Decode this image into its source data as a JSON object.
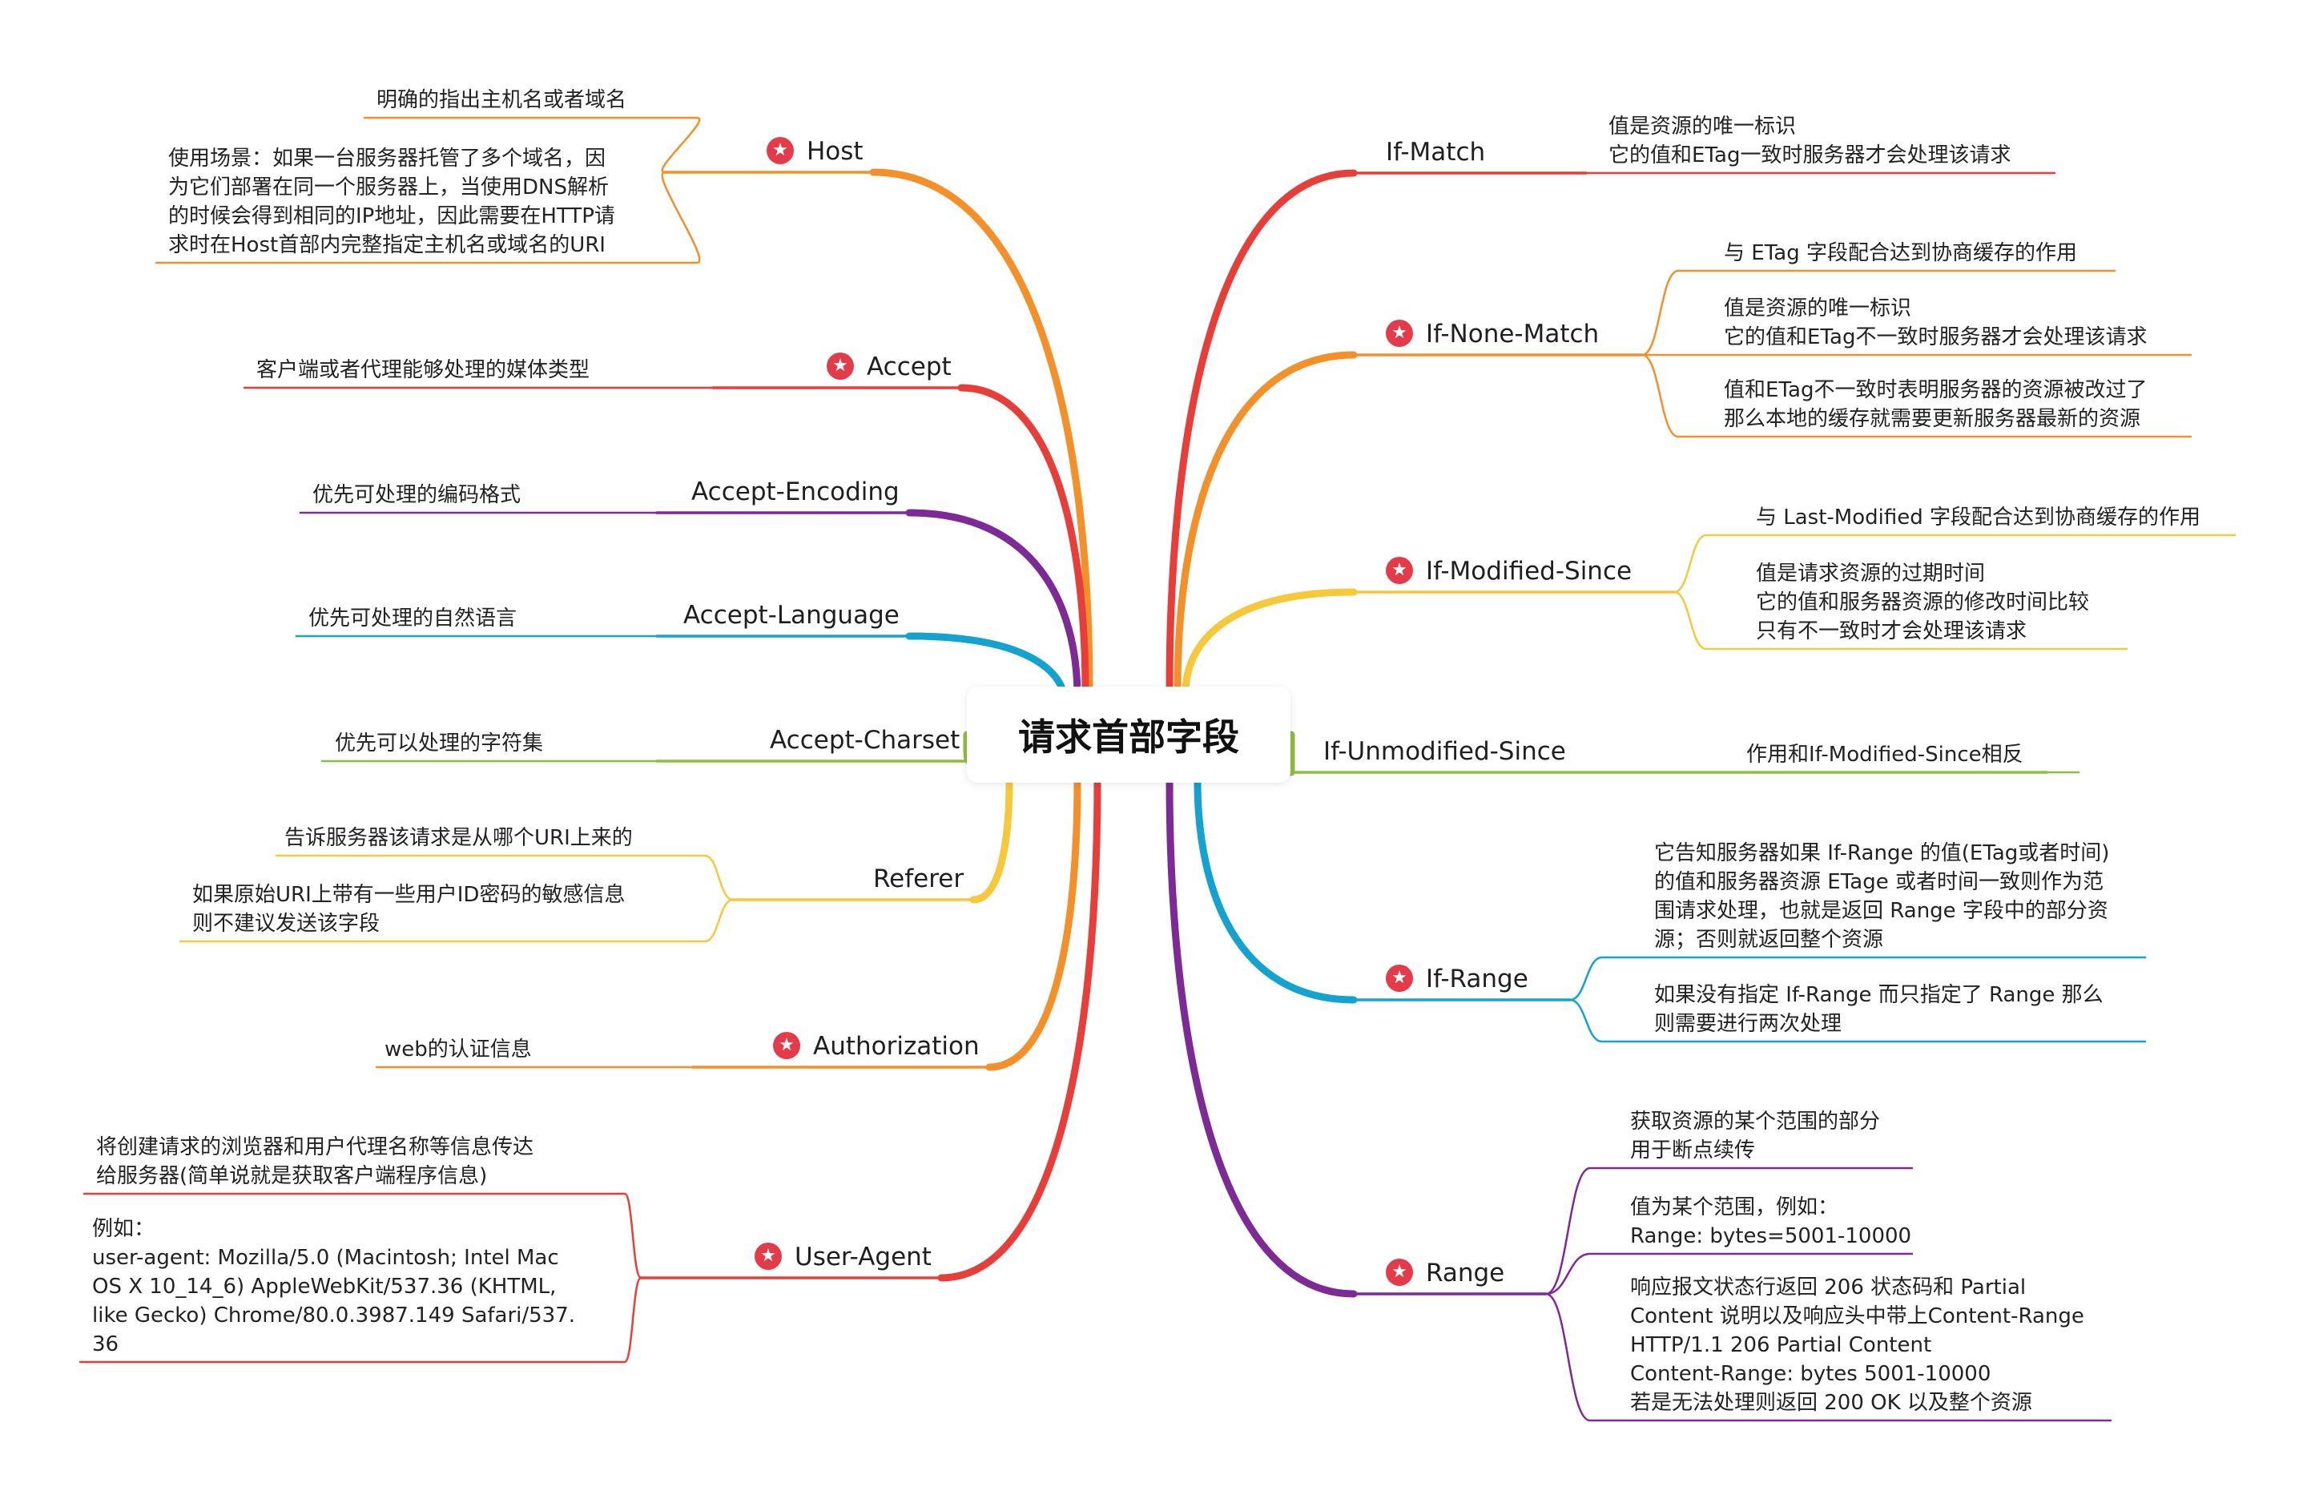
{
  "center": "请求首部字段",
  "left": [
    {
      "id": "host",
      "label": "Host",
      "starred": true,
      "color": "#f4902a",
      "notes": [
        [
          "明确的指出主机名或者域名"
        ],
        [
          "使用场景：如果一台服务器托管了多个域名，因",
          "为它们部署在同一个服务器上，当使用DNS解析",
          "的时候会得到相同的IP地址，因此需要在HTTP请",
          "求时在Host首部内完整指定主机名或域名的URI"
        ]
      ]
    },
    {
      "id": "accept",
      "label": "Accept",
      "starred": true,
      "color": "#e83e3a",
      "notes": [
        [
          "客户端或者代理能够处理的媒体类型"
        ]
      ]
    },
    {
      "id": "accept-encoding",
      "label": "Accept-Encoding",
      "starred": false,
      "color": "#7e2a96",
      "notes": [
        [
          "优先可处理的编码格式"
        ]
      ]
    },
    {
      "id": "accept-language",
      "label": "Accept-Language",
      "starred": false,
      "color": "#14a3cf",
      "notes": [
        [
          "优先可处理的自然语言"
        ]
      ]
    },
    {
      "id": "accept-charset",
      "label": "Accept-Charset",
      "starred": false,
      "color": "#8dbf3e",
      "notes": [
        [
          "优先可以处理的字符集"
        ]
      ]
    },
    {
      "id": "referer",
      "label": "Referer",
      "starred": false,
      "color": "#f5c93a",
      "notes": [
        [
          "告诉服务器该请求是从哪个URI上来的"
        ],
        [
          "如果原始URI上带有一些用户ID密码的敏感信息",
          "则不建议发送该字段"
        ]
      ]
    },
    {
      "id": "authorization",
      "label": "Authorization",
      "starred": true,
      "color": "#f4902a",
      "notes": [
        [
          "web的认证信息"
        ]
      ]
    },
    {
      "id": "user-agent",
      "label": "User-Agent",
      "starred": true,
      "color": "#e83e3a",
      "notes": [
        [
          "将创建请求的浏览器和用户代理名称等信息传达",
          "给服务器(简单说就是获取客户端程序信息)"
        ],
        [
          "例如：",
          "user-agent: Mozilla/5.0 (Macintosh; Intel Mac",
          "OS X 10_14_6) AppleWebKit/537.36 (KHTML,",
          "like Gecko) Chrome/80.0.3987.149 Safari/537.",
          "36"
        ]
      ]
    }
  ],
  "right": [
    {
      "id": "if-match",
      "label": "If-Match",
      "starred": false,
      "color": "#e83e3a",
      "notes": [
        [
          "值是资源的唯一标识",
          "它的值和ETag一致时服务器才会处理该请求"
        ]
      ]
    },
    {
      "id": "if-none-match",
      "label": "If-None-Match",
      "starred": true,
      "color": "#f4902a",
      "notes": [
        [
          "与 ETag 字段配合达到协商缓存的作用"
        ],
        [
          "值是资源的唯一标识",
          "它的值和ETag不一致时服务器才会处理该请求"
        ],
        [
          "值和ETag不一致时表明服务器的资源被改过了",
          "那么本地的缓存就需要更新服务器最新的资源"
        ]
      ]
    },
    {
      "id": "if-modified-since",
      "label": "If-Modified-Since",
      "starred": true,
      "color": "#f5c93a",
      "notes": [
        [
          "与 Last-Modified 字段配合达到协商缓存的作用"
        ],
        [
          "值是请求资源的过期时间",
          "它的值和服务器资源的修改时间比较",
          "只有不一致时才会处理该请求"
        ]
      ]
    },
    {
      "id": "if-unmodified-since",
      "label": "If-Unmodified-Since",
      "starred": false,
      "color": "#8dbf3e",
      "notes": [
        [
          "作用和If-Modified-Since相反"
        ]
      ]
    },
    {
      "id": "if-range",
      "label": "If-Range",
      "starred": true,
      "color": "#14a3cf",
      "notes": [
        [
          "它告知服务器如果 If-Range 的值(ETag或者时间)",
          "的值和服务器资源 ETage 或者时间一致则作为范",
          "围请求处理，也就是返回 Range 字段中的部分资",
          "源；否则就返回整个资源"
        ],
        [
          "如果没有指定 If-Range 而只指定了 Range 那么",
          "则需要进行两次处理"
        ]
      ]
    },
    {
      "id": "range",
      "label": "Range",
      "starred": true,
      "color": "#7e2a96",
      "notes": [
        [
          "获取资源的某个范围的部分",
          "用于断点续传"
        ],
        [
          "值为某个范围，例如：",
          "Range: bytes=5001-10000"
        ],
        [
          "响应报文状态行返回 206 状态码和 Partial",
          "Content 说明以及响应头中带上Content-Range",
          "HTTP/1.1 206 Partial Content",
          "Content-Range: bytes 5001-10000",
          "若是无法处理则返回 200 OK 以及整个资源"
        ]
      ]
    }
  ]
}
